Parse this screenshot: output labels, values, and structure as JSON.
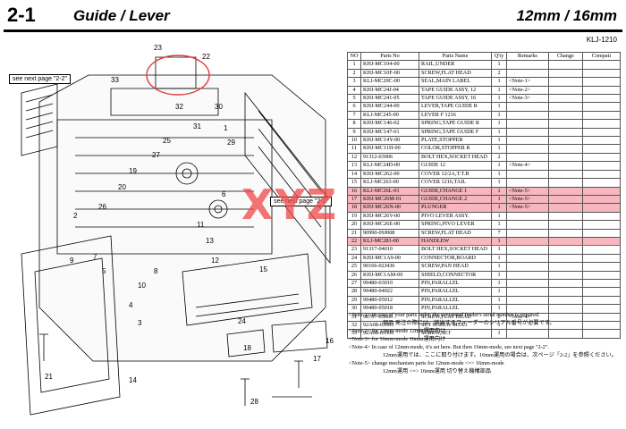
{
  "header": {
    "code": "2-1",
    "title": "Guide / Lever",
    "mode": "12mm / 16mm",
    "model": "KLJ-1210"
  },
  "callouts": {
    "left": "see next page \"2-2\"",
    "right": "see next page \"2-2\""
  },
  "watermark": "XYZ",
  "diagram_labels": [
    "23",
    "22",
    "33",
    "32",
    "30",
    "31",
    "1",
    "29",
    "25",
    "27",
    "19",
    "20",
    "26",
    "2",
    "9",
    "7",
    "5",
    "15",
    "6",
    "11",
    "13",
    "4",
    "8",
    "10",
    "3",
    "24",
    "18",
    "16",
    "17",
    "14",
    "21",
    "12",
    "28"
  ],
  "table": {
    "headers": [
      "NO",
      "Parts No",
      "Parts Name",
      "Q'ty",
      "Remarks",
      "Change",
      "Compati"
    ],
    "rows": [
      [
        "1",
        "KHJ-MC104-00",
        "RAIL,UNDER",
        "1",
        "",
        ""
      ],
      [
        "2",
        "KHJ-MC10F-00",
        "SCREW,FLAT HEAD",
        "2",
        "",
        ""
      ],
      [
        "3",
        "KLJ-MC20C-00",
        "SEAL,MAIN LABEL",
        "1",
        "<Note-1>",
        ""
      ],
      [
        "4",
        "KHJ-MC24J-04",
        "TAPE GUIDE ASSY, 12",
        "1",
        "<Note-2>",
        ""
      ],
      [
        "5",
        "KHJ-MC241-05",
        "TAPE GUIDE ASSY, 16",
        "1",
        "<Note-3>",
        ""
      ],
      [
        "6",
        "KHJ-MC244-00",
        "LEVER,TAPE GUIDE R",
        "1",
        "",
        ""
      ],
      [
        "7",
        "KLJ-MC245-00",
        "LEVER F 1216",
        "1",
        "",
        ""
      ],
      [
        "8",
        "KHJ-MC146-02",
        "SPRING,TAPE GUIDE R",
        "1",
        "",
        ""
      ],
      [
        "9",
        "KHJ-MC147-01",
        "SPRING,TAPE GUIDE F",
        "1",
        "",
        ""
      ],
      [
        "10",
        "KHJ-MC14Y-00",
        "PLATE,STOPPER",
        "1",
        "",
        ""
      ],
      [
        "11",
        "KHJ-MC11H-00",
        "COLOR,STOPPER R",
        "1",
        "",
        ""
      ],
      [
        "12",
        "91312-03006",
        "BOLT HEX,SOCKET HEAD",
        "2",
        "",
        ""
      ],
      [
        "13",
        "KLJ-MC24D-00",
        "GUIDE 12",
        "1",
        "<Note-4>",
        ""
      ],
      [
        "14",
        "KHJ-MC262-00",
        "COVER 12/2A,T.T.B",
        "1",
        "",
        ""
      ],
      [
        "15",
        "KLJ-MC263-00",
        "COVER 1216,TAIL",
        "1",
        "",
        ""
      ],
      [
        "16",
        "KLJ-MC26L-01",
        "GUIDE,CHANGE 1",
        "1",
        "<Note-5>",
        ""
      ],
      [
        "17",
        "KHJ-MC26M-01",
        "GUIDE,CHANGE 2",
        "1",
        "<Note-5>",
        ""
      ],
      [
        "18",
        "KHJ-MC26N-00",
        "PLUNGER",
        "1",
        "<Note-5>",
        ""
      ],
      [
        "19",
        "KHJ-MC26V-00",
        "PIVO LEVER ASSY.",
        "1",
        "",
        ""
      ],
      [
        "20",
        "KHJ-MC26E-00",
        "SPRING,PIVO LEVER",
        "1",
        "",
        ""
      ],
      [
        "21",
        "90990-09J008",
        "SCREW,FLAT HEAD",
        "7",
        "",
        ""
      ],
      [
        "22",
        "KLJ-MC281-00",
        "HANDLEW",
        "1",
        "",
        ""
      ],
      [
        "23",
        "91317-04010",
        "BOLT HEX,SOCKET HEAD",
        "1",
        "",
        ""
      ],
      [
        "24",
        "KHJ-MC1A9-00",
        "CONNECTOR,BOARD",
        "1",
        "",
        ""
      ],
      [
        "25",
        "90166-02J436",
        "SCREW,PAN HEAD",
        "1",
        "",
        ""
      ],
      [
        "26",
        "KHJ-MC1AM-00",
        "SHIELD,CONNECTOR",
        "1",
        "",
        ""
      ],
      [
        "27",
        "99480-03010",
        "PIN,PARALLEL",
        "1",
        "",
        ""
      ],
      [
        "28",
        "99480-04022",
        "PIN,PARALLEL",
        "1",
        "",
        ""
      ],
      [
        "29",
        "99480-05012",
        "PIN,PARALLEL",
        "1",
        "",
        ""
      ],
      [
        "30",
        "99480-05018",
        "PIN,PARALLEL",
        "1",
        "",
        ""
      ],
      [
        "31",
        "98707-03006",
        "SCREW,FLAT HEAD",
        "2",
        "<Note-4>",
        ""
      ],
      [
        "32",
        "92A08-03303",
        "SET SCREW M3X3",
        "1",
        "",
        ""
      ],
      [
        "33",
        "92A08-03306",
        "SCREW,SET",
        "1",
        "",
        ""
      ]
    ]
  },
  "notes": [
    {
      "text": "<Note-1> In case of your parts order, the concerned feeder's serial number is required.",
      "indent": false
    },
    {
      "text": "部品 発注の際には、該当するフィーダーのシリアル番号が必要です。",
      "indent": true
    },
    {
      "text": "<Note-2> for 12mm-mode     12mm運用向け",
      "indent": false
    },
    {
      "text": "<Note-3> for 16mm-mode     16mm運用向け",
      "indent": false
    },
    {
      "text": "<Note-4> In case of 12mm-mode, it's set here. But then 16mm-mode, see next page \"2-2\".",
      "indent": false
    },
    {
      "text": "12mm運用では、ここに取り付けます。16mm運用の場合は、次ページ「2-2」を参照ください。",
      "indent": true
    },
    {
      "text": "<Note-5> change mechanism parts for 12mm-mode <=> 16mm-mode",
      "indent": false
    },
    {
      "text": "12mm運用 <=> 16mm運用  切り替え機構部品",
      "indent": true
    }
  ]
}
